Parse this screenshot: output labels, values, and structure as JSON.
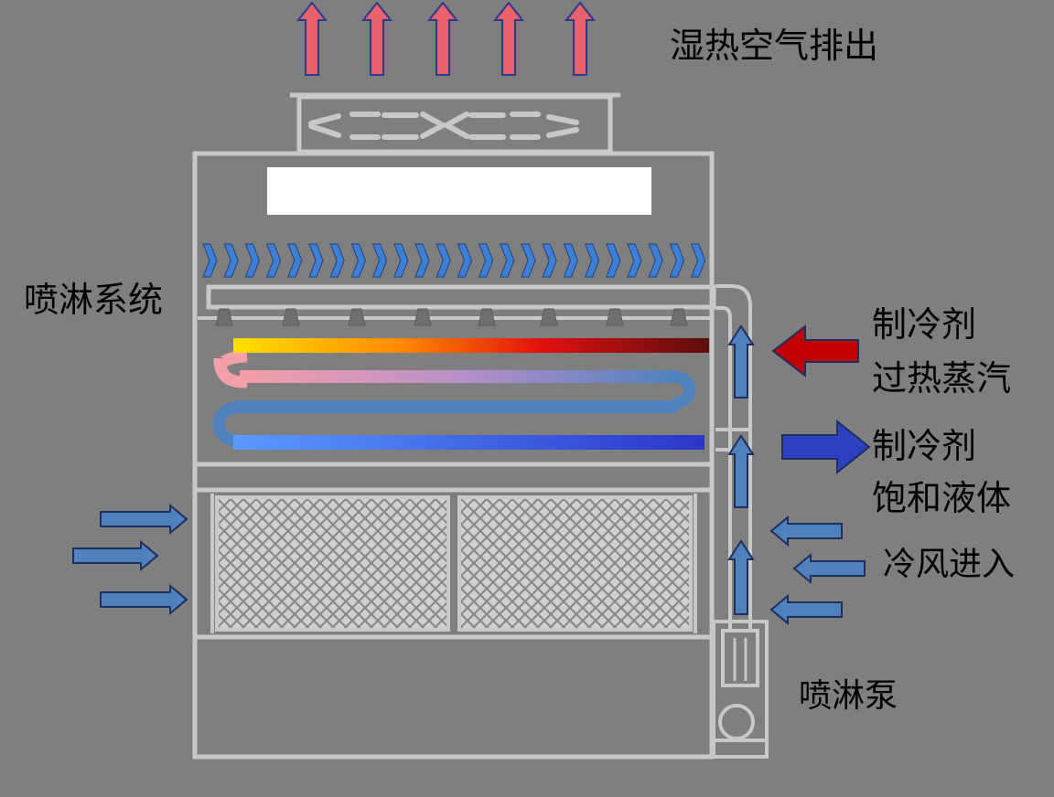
{
  "labels": {
    "exhaust": "湿热空气排出",
    "spray_system": "喷淋系统",
    "refrigerant_in_line1": "制冷剂",
    "refrigerant_in_line2": "过热蒸汽",
    "refrigerant_out_line1": "制冷剂",
    "refrigerant_out_line2": "饱和液体",
    "cold_air_in": "冷风进入",
    "spray_pump": "喷淋泵"
  },
  "colors": {
    "background": "#7f7f7f",
    "frame": "#c8c8c8",
    "up_arrow_fill": "#e8606b",
    "up_arrow_stroke": "#2d3a8c",
    "air_arrow_fill": "#4f81bd",
    "air_arrow_stroke": "#1f2f5f",
    "hot_refrigerant_arrow": "#c00000",
    "cold_refrigerant_arrow": "#2c3fc0",
    "chevron": "#3e7fd6",
    "coil_hot_start": "#ffe000",
    "coil_hot_end": "#5a0d0d",
    "coil_mid_start": "#f4a0a8",
    "coil_mid_end": "#4f81bd",
    "coil_cold_start": "#5b9bff",
    "coil_cold_end": "#2a35c8"
  },
  "icons": [
    "up-arrow-icon",
    "right-arrow-icon",
    "left-arrow-icon",
    "chevron-icon",
    "spray-nozzle-icon",
    "pump-icon"
  ]
}
